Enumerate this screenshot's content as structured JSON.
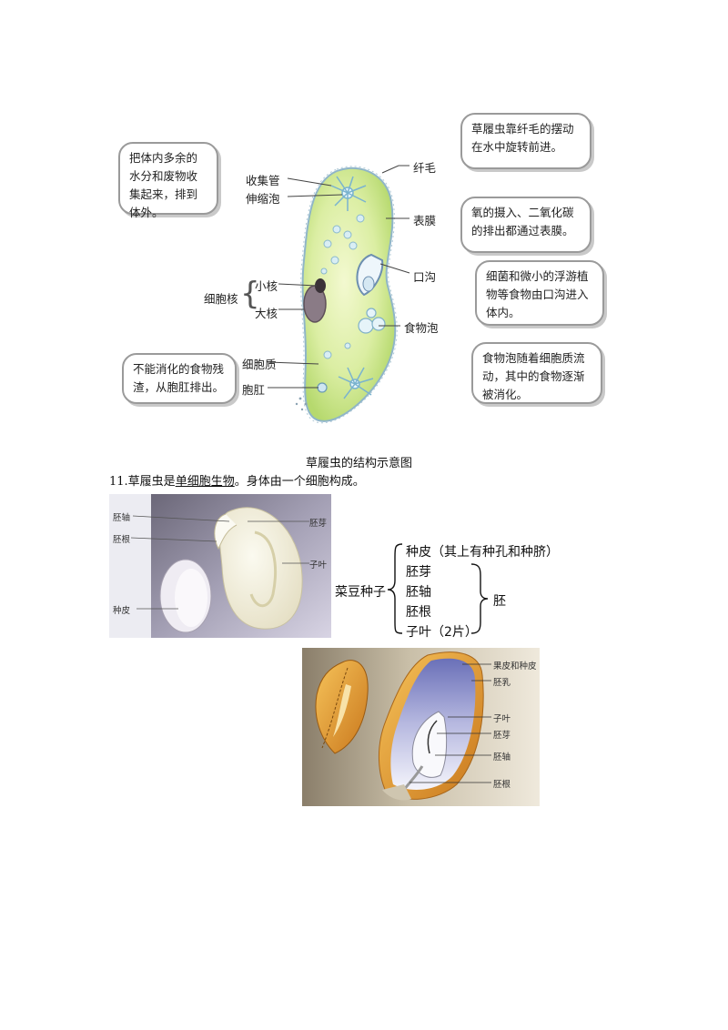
{
  "paramecium": {
    "caption": "草履虫的结构示意图",
    "bubbles": {
      "contractile": "把体内多余的水分和废物收集起来，排到体外。",
      "cilia": "草履虫靠纤毛的摆动在水中旋转前进。",
      "membrane": "氧的摄入、二氧化碳的排出都通过表膜。",
      "groove": "细菌和微小的浮游植物等食物由口沟进入体内。",
      "vacuole": "食物泡随着细胞质流动，其中的食物逐渐被消化。",
      "anus": "不能消化的食物残渣，从胞肛排出。"
    },
    "labels": {
      "collecting_tube": "收集管",
      "contractile_vacuole": "伸缩泡",
      "nucleus": "细胞核",
      "micronucleus": "小核",
      "macronucleus": "大核",
      "cytoplasm": "细胞质",
      "anal_pore": "胞肛",
      "cilia": "纤毛",
      "membrane": "表膜",
      "oral_groove": "口沟",
      "food_vacuole": "食物泡"
    }
  },
  "text_line": {
    "prefix": "11.草履虫是",
    "underlined": "单细胞生物",
    "suffix": "。身体由一个细胞构成。"
  },
  "bean": {
    "labels": {
      "hypocotyl": "胚轴",
      "radicle": "胚根",
      "seed_coat": "种皮",
      "plumule": "胚芽",
      "cotyledon": "子叶"
    },
    "tree": {
      "root": "菜豆种子",
      "seed_coat": "种皮（其上有种孔和种脐）",
      "plumule": "胚芽",
      "hypocotyl": "胚轴",
      "radicle": "胚根",
      "cotyledon": "子叶（2片）",
      "embryo": "胚"
    }
  },
  "corn": {
    "labels": {
      "pericarp": "果皮和种皮",
      "endosperm": "胚乳",
      "cotyledon": "子叶",
      "plumule": "胚芽",
      "hypocotyl": "胚轴",
      "radicle": "胚根"
    }
  }
}
